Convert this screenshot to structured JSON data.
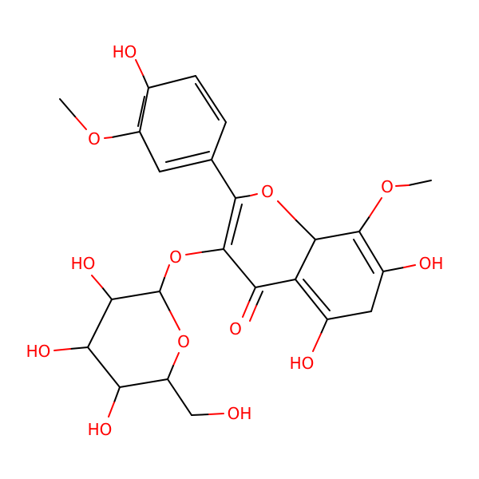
{
  "colors": {
    "bond": "#000000",
    "oxygen": "#ff0000"
  },
  "atoms": {
    "oh_top": "HO",
    "o_methoxy_top": "O",
    "o_ring": "O",
    "o_methoxy_right": "O",
    "oh_c7": "OH",
    "o_ether": "O",
    "o_carbonyl": "O",
    "oh_c5": "HO",
    "oh_sugar_2": "HO",
    "o_sugar_ring": "O",
    "oh_sugar_3": "HO",
    "oh_sugar_4": "HO",
    "oh_sugar_6": "OH"
  }
}
